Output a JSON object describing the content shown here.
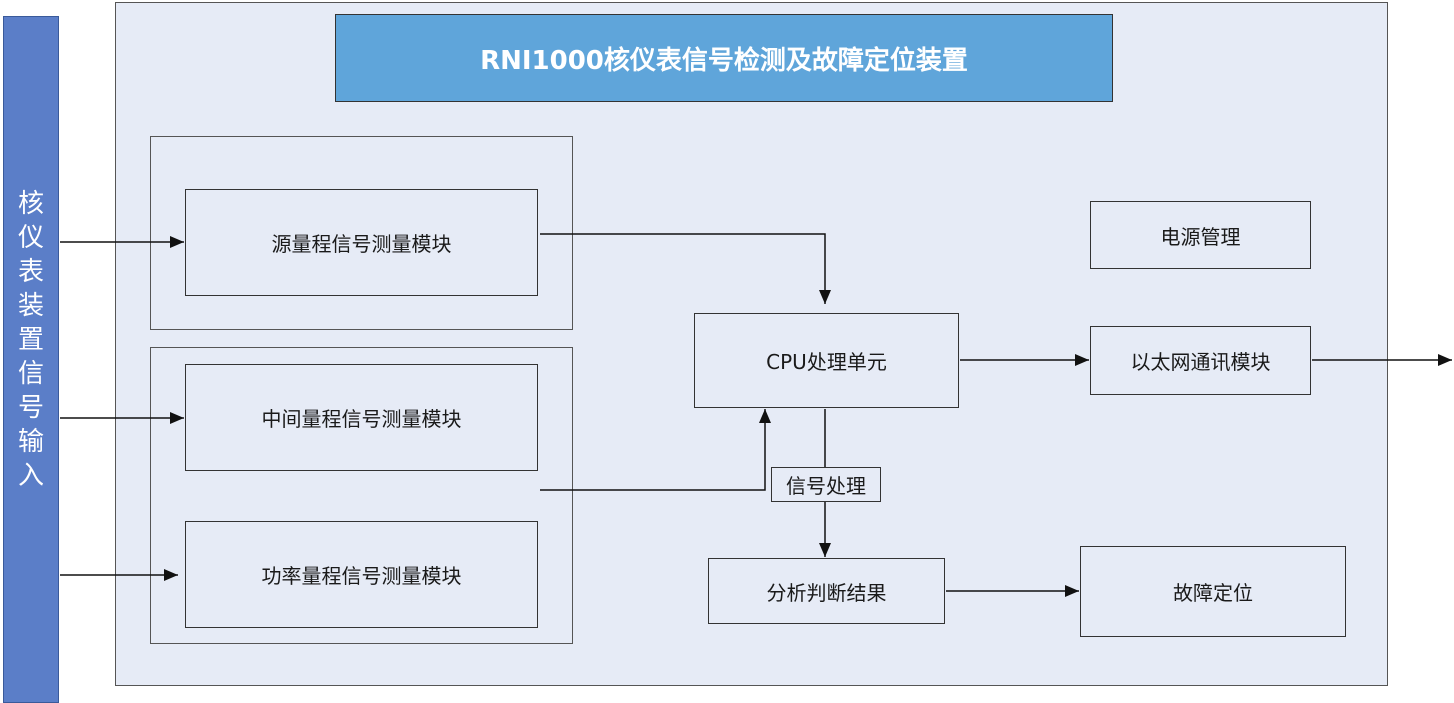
{
  "input_label": "核仪表装置信号输入",
  "title": "RNI1000核仪表信号检测及故障定位装置",
  "modules": {
    "source": "源量程信号测量模块",
    "intermediate": "中间量程信号测量模块",
    "power": "功率量程信号测量模块",
    "cpu": "CPU处理单元",
    "psu": "电源管理",
    "ethernet": "以太网通讯模块",
    "analysis": "分析判断结果",
    "fault": "故障定位"
  },
  "signal_processing": "信号处理",
  "colors": {
    "input_bar": "#5b7ec8",
    "title_bar": "#5fa5da",
    "panel": "#e6ebf6"
  }
}
